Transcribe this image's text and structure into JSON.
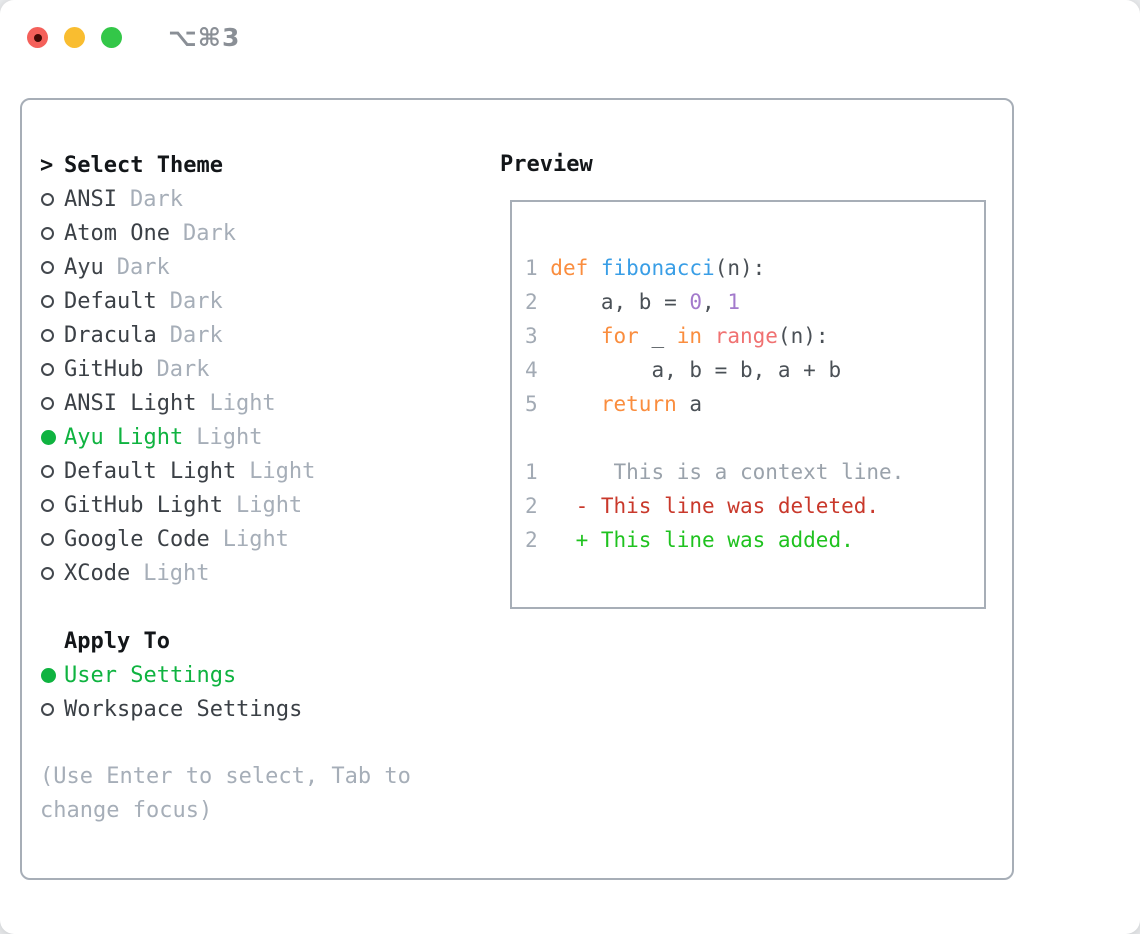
{
  "titlebar": {
    "title": "⌥⌘3",
    "buttons": [
      "close",
      "minimize",
      "zoom"
    ]
  },
  "panel": {
    "theme_header": {
      "prompt": ">",
      "label": "Select Theme"
    },
    "themes": [
      {
        "name": "ANSI",
        "variant": "Dark",
        "selected": false
      },
      {
        "name": "Atom One",
        "variant": "Dark",
        "selected": false
      },
      {
        "name": "Ayu",
        "variant": "Dark",
        "selected": false
      },
      {
        "name": "Default",
        "variant": "Dark",
        "selected": false
      },
      {
        "name": "Dracula",
        "variant": "Dark",
        "selected": false
      },
      {
        "name": "GitHub",
        "variant": "Dark",
        "selected": false
      },
      {
        "name": "ANSI Light",
        "variant": "Light",
        "selected": false
      },
      {
        "name": "Ayu Light",
        "variant": "Light",
        "selected": true
      },
      {
        "name": "Default Light",
        "variant": "Light",
        "selected": false
      },
      {
        "name": "GitHub Light",
        "variant": "Light",
        "selected": false
      },
      {
        "name": "Google Code",
        "variant": "Light",
        "selected": false
      },
      {
        "name": "XCode",
        "variant": "Light",
        "selected": false
      }
    ],
    "apply_to": {
      "label": "Apply To",
      "options": [
        {
          "label": "User Settings",
          "selected": true
        },
        {
          "label": "Workspace Settings",
          "selected": false
        }
      ]
    },
    "help_lines": [
      "(Use Enter to select, Tab to",
      "change focus)"
    ]
  },
  "preview": {
    "header": "Preview",
    "lines": [
      {
        "num": "1",
        "segments": [
          [
            "def",
            "keyword"
          ],
          [
            " ",
            "plain"
          ],
          [
            "fibonacci",
            "function"
          ],
          [
            "(n):",
            "plain"
          ]
        ]
      },
      {
        "num": "2",
        "segments": [
          [
            "    a, b = ",
            "plain"
          ],
          [
            "0",
            "number"
          ],
          [
            ", ",
            "plain"
          ],
          [
            "1",
            "number"
          ]
        ]
      },
      {
        "num": "3",
        "segments": [
          [
            "    ",
            "plain"
          ],
          [
            "for",
            "keyword"
          ],
          [
            " _ ",
            "plain"
          ],
          [
            "in",
            "keyword"
          ],
          [
            " ",
            "plain"
          ],
          [
            "range",
            "call"
          ],
          [
            "(n):",
            "plain"
          ]
        ]
      },
      {
        "num": "4",
        "segments": [
          [
            "        a, b = b, a + b",
            "plain"
          ]
        ]
      },
      {
        "num": "5",
        "segments": [
          [
            "    ",
            "plain"
          ],
          [
            "return",
            "keyword"
          ],
          [
            " a",
            "plain"
          ]
        ]
      },
      {
        "num": "",
        "segments": []
      },
      {
        "num": "1",
        "segments": [
          [
            "     This is a context line.",
            "context"
          ]
        ]
      },
      {
        "num": "2",
        "segments": [
          [
            "  ",
            "plain"
          ],
          [
            "- This line was deleted.",
            "deleted"
          ]
        ]
      },
      {
        "num": "2",
        "segments": [
          [
            "  ",
            "plain"
          ],
          [
            "+ This line was added.",
            "added"
          ]
        ]
      }
    ]
  },
  "colors": {
    "keyword": "#fa8d3e",
    "function": "#399ee6",
    "number": "#a37acc",
    "call": "#f07171",
    "plain": "#4a5056",
    "linenum": "#a2aab4",
    "context": "#9aa2ab",
    "deleted": "#c9382b",
    "added": "#1fc21f",
    "accent": "#0fb340",
    "text": "#3b4046",
    "muted": "#a6aeb8",
    "heading": "#131619",
    "border": "#a7aeb7",
    "traffic_red": "#f4605a",
    "traffic_yellow": "#f9bd30",
    "traffic_green": "#33c748"
  }
}
